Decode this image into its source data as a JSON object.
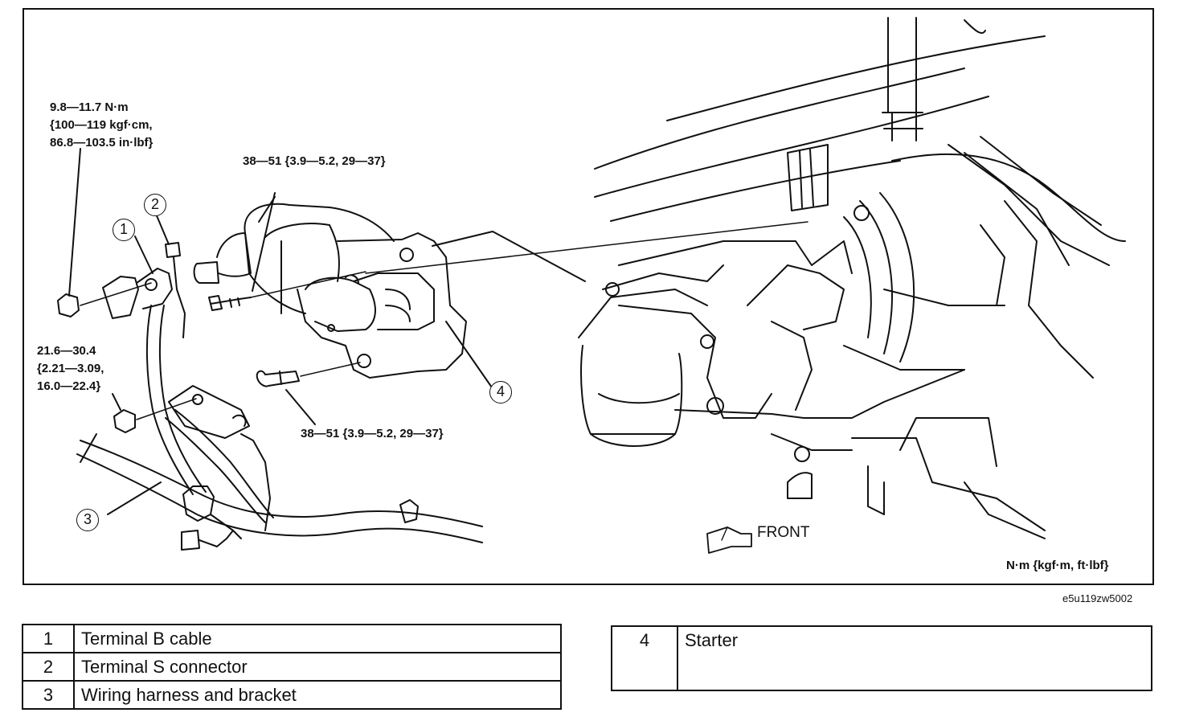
{
  "torque_labels": {
    "b_terminal_nut": [
      "9.8—11.7 N·m",
      "{100—119 kgf·cm,",
      "86.8—103.5 in·lbf}"
    ],
    "upper_bolt": "38—51 {3.9—5.2, 29—37}",
    "bracket_nut": [
      "21.6—30.4",
      "{2.21—3.09,",
      "16.0—22.4}"
    ],
    "lower_bolt": "38—51 {3.9—5.2, 29—37}"
  },
  "callouts": [
    "1",
    "2",
    "3",
    "4"
  ],
  "front_label": "FRONT",
  "units_label": "N·m {kgf·m, ft·lbf}",
  "figure_code": "e5u119zw5002",
  "legend": {
    "left": [
      {
        "num": "1",
        "desc": "Terminal B cable"
      },
      {
        "num": "2",
        "desc": "Terminal S connector"
      },
      {
        "num": "3",
        "desc": "Wiring harness and bracket"
      }
    ],
    "right": [
      {
        "num": "4",
        "desc": "Starter"
      }
    ]
  },
  "icons": {
    "front_arrow": "front-arrow-icon"
  }
}
